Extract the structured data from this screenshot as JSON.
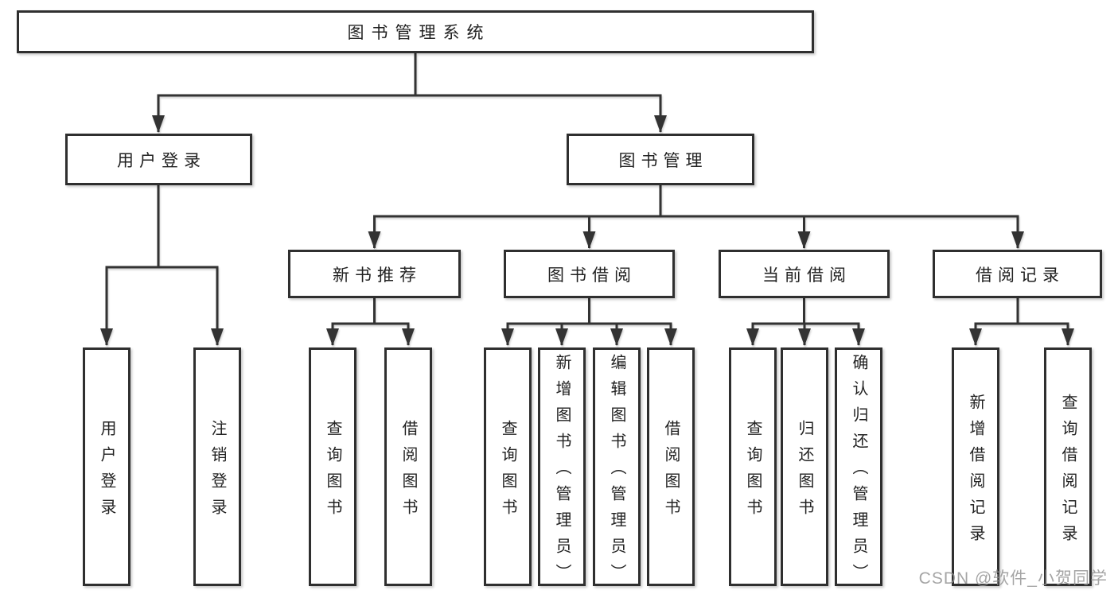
{
  "diagram": {
    "type": "hierarchy-diagram",
    "title": "图书管理系统",
    "watermark": "CSDN @软件_小贺同学",
    "colors": {
      "background": "#ffffff",
      "line": "#333333",
      "box_border": "#2f2f2f",
      "box_fill": "#ffffff",
      "text": "#222222",
      "watermark": "#919191"
    },
    "nodes": {
      "root": {
        "label": "图书管理系统"
      },
      "user_login": {
        "label": "用户登录"
      },
      "book_mgmt": {
        "label": "图书管理"
      },
      "new_books": {
        "label": "新书推荐"
      },
      "book_borrow": {
        "label": "图书借阅"
      },
      "current_borrow": {
        "label": "当前借阅"
      },
      "borrow_records": {
        "label": "借阅记录"
      },
      "ul_login": {
        "label": "用户登录"
      },
      "ul_logout": {
        "label": "注销登录"
      },
      "nb_query": {
        "label": "查询图书"
      },
      "nb_borrow": {
        "label": "借阅图书"
      },
      "bb_query": {
        "label": "查询图书"
      },
      "bb_add": {
        "label": "新增图书（管理员）"
      },
      "bb_edit": {
        "label": "编辑图书（管理员）"
      },
      "bb_borrow": {
        "label": "借阅图书"
      },
      "cb_query": {
        "label": "查询图书"
      },
      "cb_return": {
        "label": "归还图书"
      },
      "cb_confirm": {
        "label": "确认归还（管理员）"
      },
      "br_add": {
        "label": "新增借阅记录"
      },
      "br_query": {
        "label": "查询借阅记录"
      }
    },
    "hierarchy": {
      "root": [
        "user_login",
        "book_mgmt"
      ],
      "user_login": [
        "ul_login",
        "ul_logout"
      ],
      "book_mgmt": [
        "new_books",
        "book_borrow",
        "current_borrow",
        "borrow_records"
      ],
      "new_books": [
        "nb_query",
        "nb_borrow"
      ],
      "book_borrow": [
        "bb_query",
        "bb_add",
        "bb_edit",
        "bb_borrow"
      ],
      "current_borrow": [
        "cb_query",
        "cb_return",
        "cb_confirm"
      ],
      "borrow_records": [
        "br_add",
        "br_query"
      ]
    }
  }
}
